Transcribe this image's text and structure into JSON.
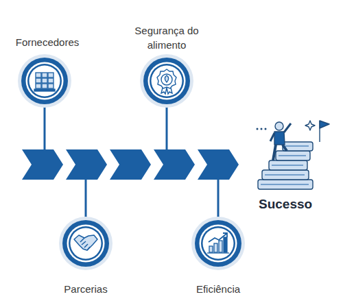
{
  "diagram": {
    "nodes": [
      {
        "text": [
          "Fornecedores"
        ]
      },
      {
        "text": [
          "Parcerias"
        ]
      },
      {
        "text": [
          "Segurança do alimento"
        ]
      },
      {
        "text": [
          "Eficiência"
        ]
      }
    ],
    "labels": [
      "Sucesso"
    ]
  }
}
